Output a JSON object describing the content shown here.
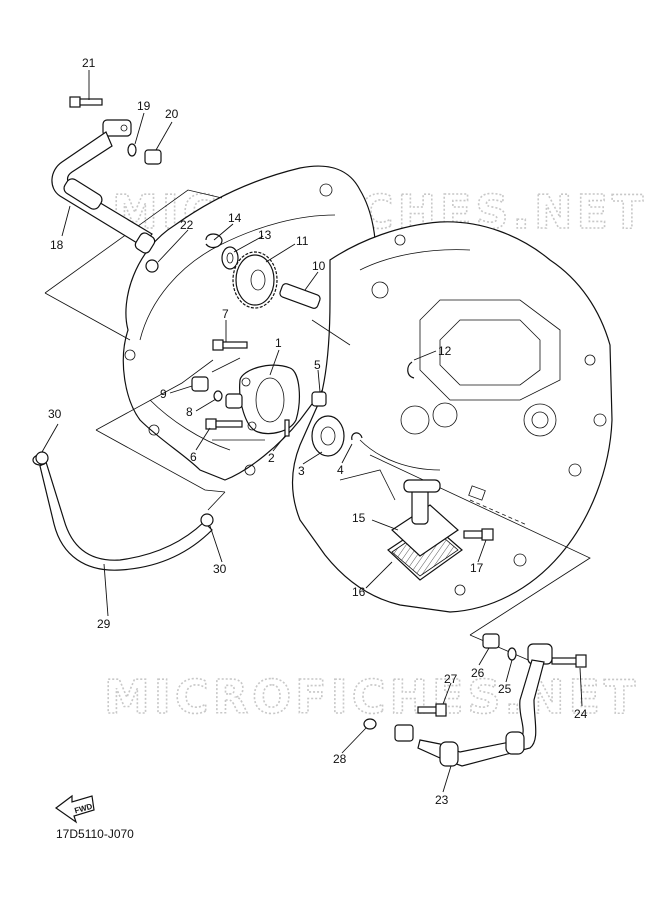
{
  "watermark": "MICROFICHES.NET",
  "diagram_code": "17D5110-J070",
  "direction_label": "FWD",
  "callouts": [
    "1",
    "2",
    "3",
    "4",
    "5",
    "6",
    "7",
    "8",
    "9",
    "10",
    "11",
    "12",
    "13",
    "14",
    "15",
    "16",
    "17",
    "18",
    "19",
    "20",
    "21",
    "22",
    "23",
    "24",
    "25",
    "26",
    "27",
    "28",
    "29",
    "30"
  ]
}
